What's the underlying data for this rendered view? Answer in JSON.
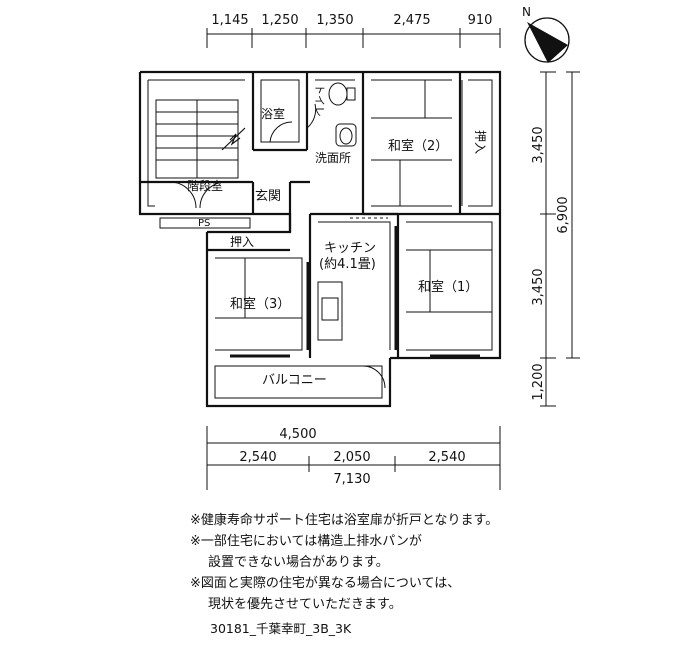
{
  "dimensions": {
    "top": [
      "1,145",
      "1,250",
      "1,350",
      "2,475",
      "910"
    ],
    "right": [
      "3,450",
      "3,450",
      "1,200"
    ],
    "right_total": "6,900",
    "bottom_row1": "4,500",
    "bottom_row2": [
      "2,540",
      "2,050",
      "2,540"
    ],
    "bottom_total": "7,130"
  },
  "rooms": {
    "bath": "浴室",
    "toilet": "トイレ",
    "washroom": "洗面所",
    "washitsu2": "和室（2）",
    "oshiire_right": "押入",
    "stairs": "階段室",
    "entrance": "玄関",
    "ps": "PS",
    "oshiire_left": "押入",
    "kitchen_line1": "キッチン",
    "kitchen_line2": "(約4.1畳)",
    "washitsu1": "和室（1）",
    "washitsu3": "和室（3）",
    "balcony": "バルコニー"
  },
  "compass": {
    "label": "N",
    "icon": "north-arrow-icon"
  },
  "notes": [
    "※健康寿命サポート住宅は浴室扉が折戸となります。",
    "※一部住宅においては構造上排水パンが",
    "設置できない場合があります。",
    "※図面と実際の住宅が異なる場合については、",
    "現状を優先させていただきます。"
  ],
  "file_id": "30181_千葉幸町_3B_3K"
}
